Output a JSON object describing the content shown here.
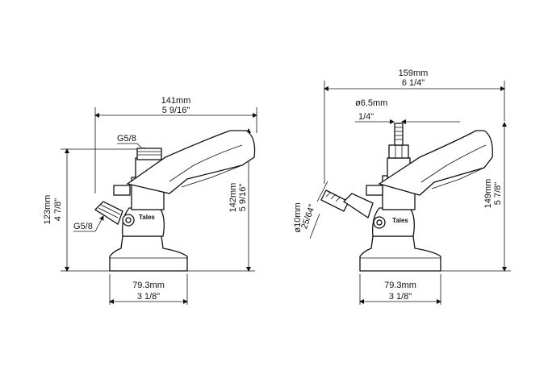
{
  "left_view": {
    "width_mm": "141mm",
    "width_in": "5 9/16\"",
    "top_thread": "G5/8",
    "side_thread": "G5/8",
    "height_left_mm": "123mm",
    "height_left_in": "4 7/8\"",
    "height_right_mm": "142mm",
    "height_right_in": "5 9/16\"",
    "base_mm": "79.3mm",
    "base_in": "3 1/8\"",
    "brand": "Tales"
  },
  "right_view": {
    "width_mm": "159mm",
    "width_in": "6 1/4\"",
    "tube_mm": "ø6.5mm",
    "tube_in": "1/4\"",
    "side_dia_mm": "ø10mm",
    "side_dia_in": "25/64\"",
    "height_mm": "149mm",
    "height_in": "5 7/8\"",
    "base_mm": "79.3mm",
    "base_in": "3 1/8\"",
    "brand": "Tales"
  }
}
